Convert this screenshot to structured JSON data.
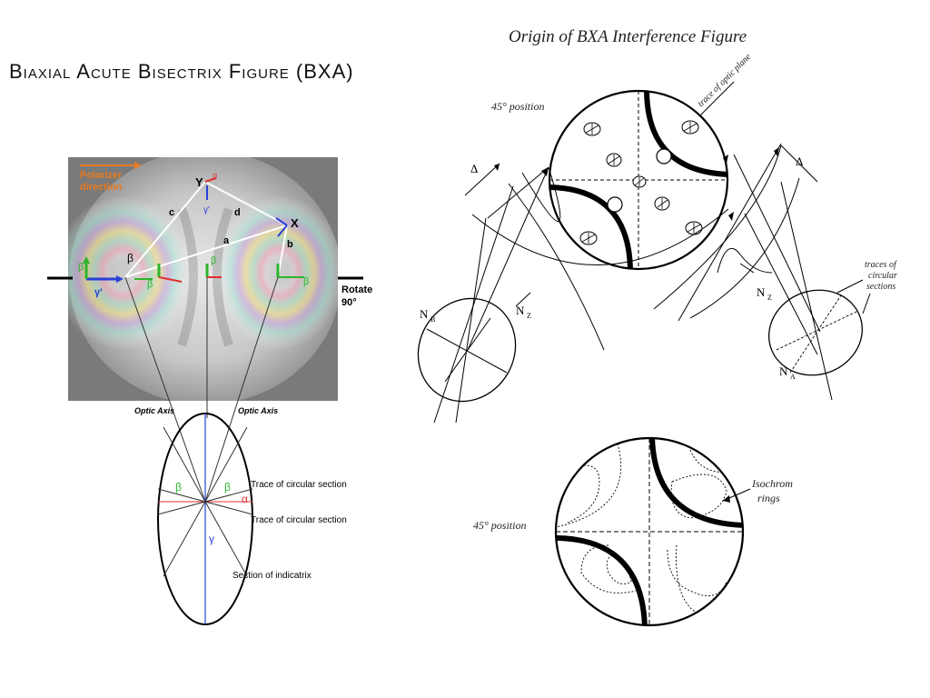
{
  "title": "Biaxial Acute Bisectrix Figure (BXA)",
  "subtitle": "Origin of BXA Interference Figure",
  "photo": {
    "polarizer": "Polarizer direction",
    "rotate": "Rotate 90°",
    "labels": {
      "Y": "Y",
      "X": "X",
      "a": "a",
      "b": "b",
      "c": "c",
      "d": "d",
      "beta": "β",
      "alpha": "α",
      "gammaPrime": "γ'"
    }
  },
  "indicatrix": {
    "optic_axis_left": "Optic Axis",
    "optic_axis_right": "Optic Axis",
    "trace1": "Trace of circular section",
    "trace2": "Trace of circular section",
    "section": "Section of indicatrix",
    "beta": "β",
    "alpha": "α",
    "gamma": "γ"
  },
  "top_figure": {
    "position": "45° position",
    "trace_optic_plane": "trace of optic plane",
    "delta_left": "Δ",
    "delta_right": "Δ",
    "nb": "N",
    "nb_sub": "B",
    "nz_left": "N",
    "nz_left_sub": "Z",
    "nz_right": "N",
    "nz_right_sub": "Z",
    "na": "N",
    "na_sub": "A",
    "circular_sections": "traces of circular sections"
  },
  "bottom_figure": {
    "position": "45° position",
    "isochrom": "Isochrom rings"
  },
  "colors": {
    "beta": "#2cb52c",
    "alpha": "#e03030",
    "gamma": "#2840d8",
    "polarizer": "#e87a20"
  }
}
